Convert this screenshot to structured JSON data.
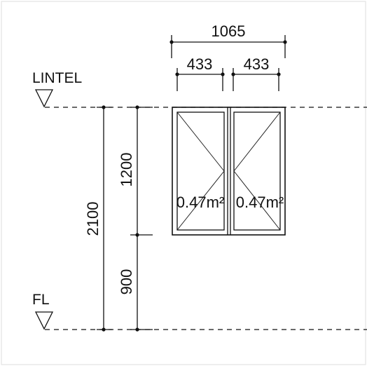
{
  "levels": {
    "lintel_label": "LINTEL",
    "floor_label": "FL"
  },
  "dimensions": {
    "overall_width": "1065",
    "left_sash_width": "433",
    "right_sash_width": "433",
    "overall_height": "2100",
    "window_height": "1200",
    "sill_height": "900"
  },
  "areas": {
    "left_sash": "0.47m²",
    "right_sash": "0.47m²"
  },
  "colors": {
    "line": "#111111",
    "background": "#ffffff"
  }
}
